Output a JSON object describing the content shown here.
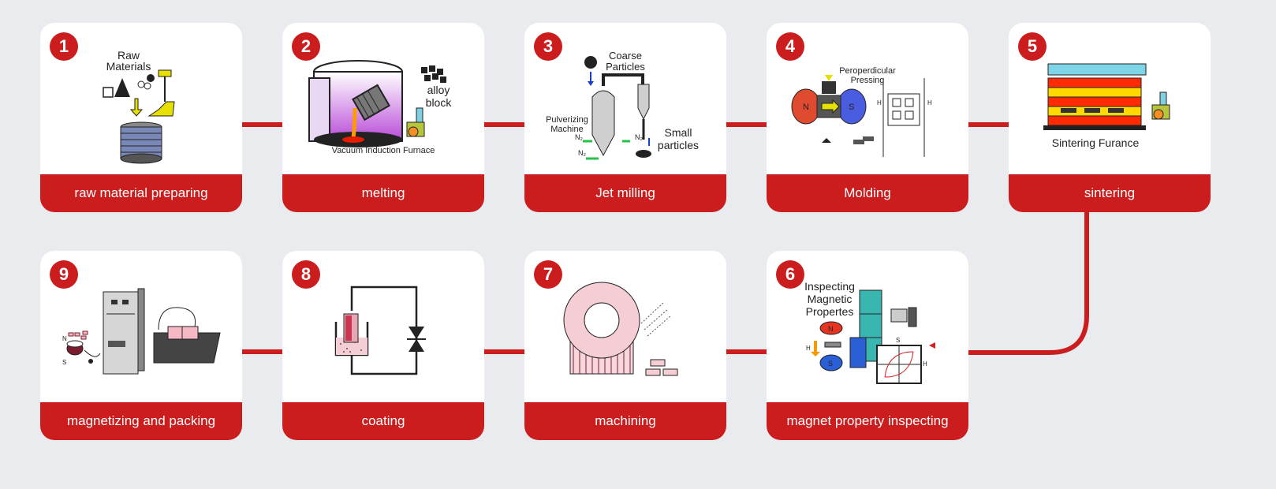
{
  "steps": [
    {
      "number": "1",
      "caption": "raw material preparing",
      "labels": {
        "raw": "Raw",
        "materials": "Materials"
      }
    },
    {
      "number": "2",
      "caption": "melting",
      "labels": {
        "alloy": "alloy",
        "block": "block",
        "furnace": "Vacuum Induction Furnace"
      }
    },
    {
      "number": "3",
      "caption": "Jet milling",
      "labels": {
        "coarse": "Coarse",
        "particles": "Particles",
        "pulverizing": "Pulverizing",
        "machine": "Machine",
        "small": "Small",
        "small_particles": "particles",
        "n2a": "N₂",
        "n2b": "N₂",
        "n2c": "N₂"
      }
    },
    {
      "number": "4",
      "caption": "Molding",
      "labels": {
        "perp": "Peroperdicular",
        "pressing": "Pressing",
        "n": "N",
        "s": "S",
        "h1": "H",
        "h2": "H"
      }
    },
    {
      "number": "5",
      "caption": "sintering",
      "labels": {
        "furnace": "Sintering Furance"
      }
    },
    {
      "number": "6",
      "caption": "magnet property inspecting",
      "labels": {
        "inspecting": "Inspecting",
        "magnetic": "Magnetic",
        "properties": "Propertes",
        "n": "N",
        "s": "S",
        "h": "H",
        "axis_s": "S",
        "axis_h": "H"
      }
    },
    {
      "number": "7",
      "caption": "machining",
      "labels": {}
    },
    {
      "number": "8",
      "caption": "coating",
      "labels": {}
    },
    {
      "number": "9",
      "caption": "magnetizing and packing",
      "labels": {
        "n": "N",
        "s": "S"
      }
    }
  ],
  "colors": {
    "accent": "#cc1d1e",
    "background": "#e9ebee",
    "card": "#ffffff"
  }
}
